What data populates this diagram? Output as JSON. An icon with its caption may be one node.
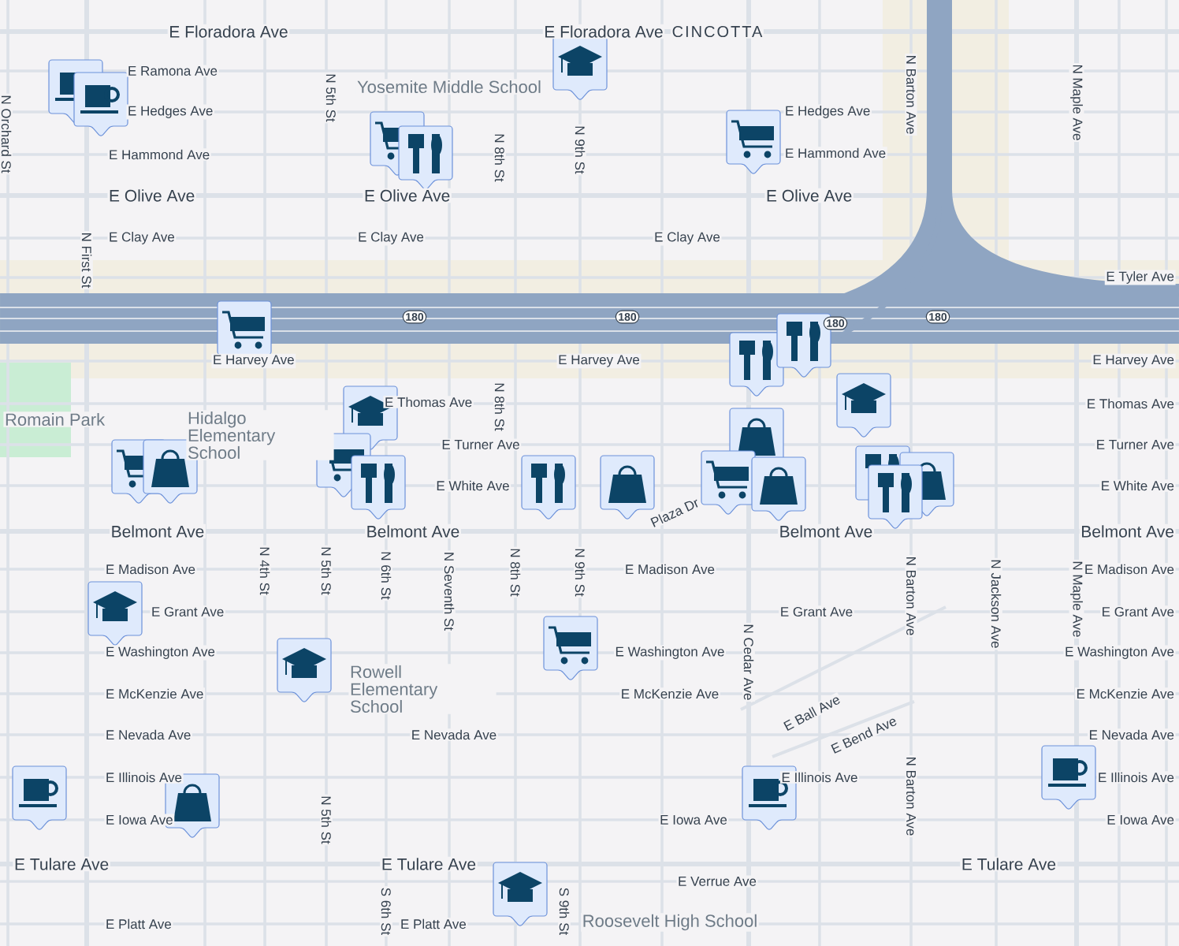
{
  "diagram": {
    "labels": [
      "E Floradora Ave",
      "E Floradora Ave",
      "CINCOTTA",
      "E Ramona Ave",
      "E Hedges Ave",
      "E Hammond Ave",
      "E Olive Ave",
      "E Clay Ave",
      "N First St",
      "N Orchard St",
      "N 5th St",
      "Yosemite Middle School",
      "N 8th St",
      "N 9th St",
      "E Olive Ave",
      "E Clay Ave",
      "E Clay Ave",
      "E Hedges Ave",
      "E Hammond Ave",
      "E Olive Ave",
      "N Barton Ave",
      "N Maple Ave",
      "E Tyler Ave",
      "180",
      "180",
      "180",
      "180",
      "E Harvey Ave",
      "E Harvey Ave",
      "E Harvey Ave",
      "N 8th St",
      "E Thomas Ave",
      "E Thomas Ave",
      "E Turner Ave",
      "E Turner Ave",
      "Romain Park",
      "Hidalgo Elementary School",
      "E White Ave",
      "Plaza Dr",
      "E White Ave",
      "Belmont Ave",
      "Belmont Ave",
      "Belmont Ave",
      "Belmont Ave",
      "E Madison Ave",
      "E Madison Ave",
      "E Madison Ave",
      "E Grant Ave",
      "E Grant Ave",
      "E Grant Ave",
      "E Washington Ave",
      "E Washington Ave",
      "E Washington Ave",
      "E McKenzie Ave",
      "E McKenzie Ave",
      "E McKenzie Ave",
      "E Nevada Ave",
      "E Nevada Ave",
      "E Nevada Ave",
      "E Illinois Ave",
      "E Illinois Ave",
      "E Illinois Ave",
      "E Iowa Ave",
      "E Iowa Ave",
      "E Iowa Ave",
      "E Tulare Ave",
      "E Tulare Ave",
      "E Tulare Ave",
      "E Verrue Ave",
      "E Platt Ave",
      "E Platt Ave",
      "Roosevelt High School",
      "N 4th St",
      "N 5th St",
      "N 6th St",
      "N Seventh St",
      "N 8th St",
      "N 9th St",
      "N Cedar Ave",
      "N Barton Ave",
      "N Jackson Ave",
      "N Maple Ave",
      "Rowell Elementary School",
      "E Ball Ave",
      "E Bend Ave",
      "N 5th St",
      "N Barton Ave",
      "S 6th St",
      "S 9th St"
    ]
  }
}
